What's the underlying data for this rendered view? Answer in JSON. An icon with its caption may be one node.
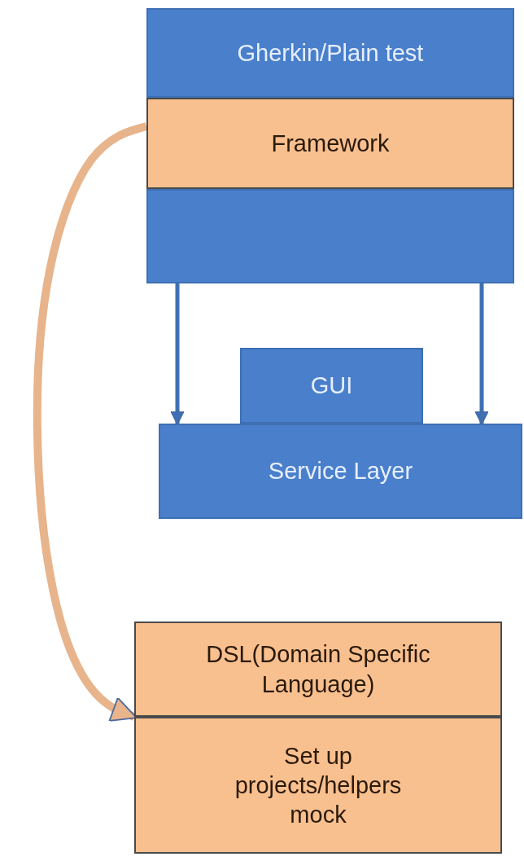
{
  "diagram": {
    "nodes": [
      {
        "text": [
          "Gherkin/Plain test"
        ]
      },
      {
        "text": [
          "Framework"
        ]
      },
      {
        "text": [],
        "shape": "box"
      },
      {
        "text": [
          "GUI"
        ]
      },
      {
        "text": [
          "Service Layer"
        ]
      },
      {
        "text": [
          "DSL(Domain Specific Language)"
        ]
      },
      {
        "text": [
          "Set up projects/helpers mock"
        ]
      }
    ],
    "edges": [
      {
        "from": 2,
        "to": 4,
        "arrow": "to"
      },
      {
        "from": 2,
        "to": 4,
        "arrow": "to"
      },
      {
        "from": 1,
        "to": 5,
        "arrow": "to",
        "style": "thick",
        "color": "#e8b48c"
      }
    ]
  }
}
